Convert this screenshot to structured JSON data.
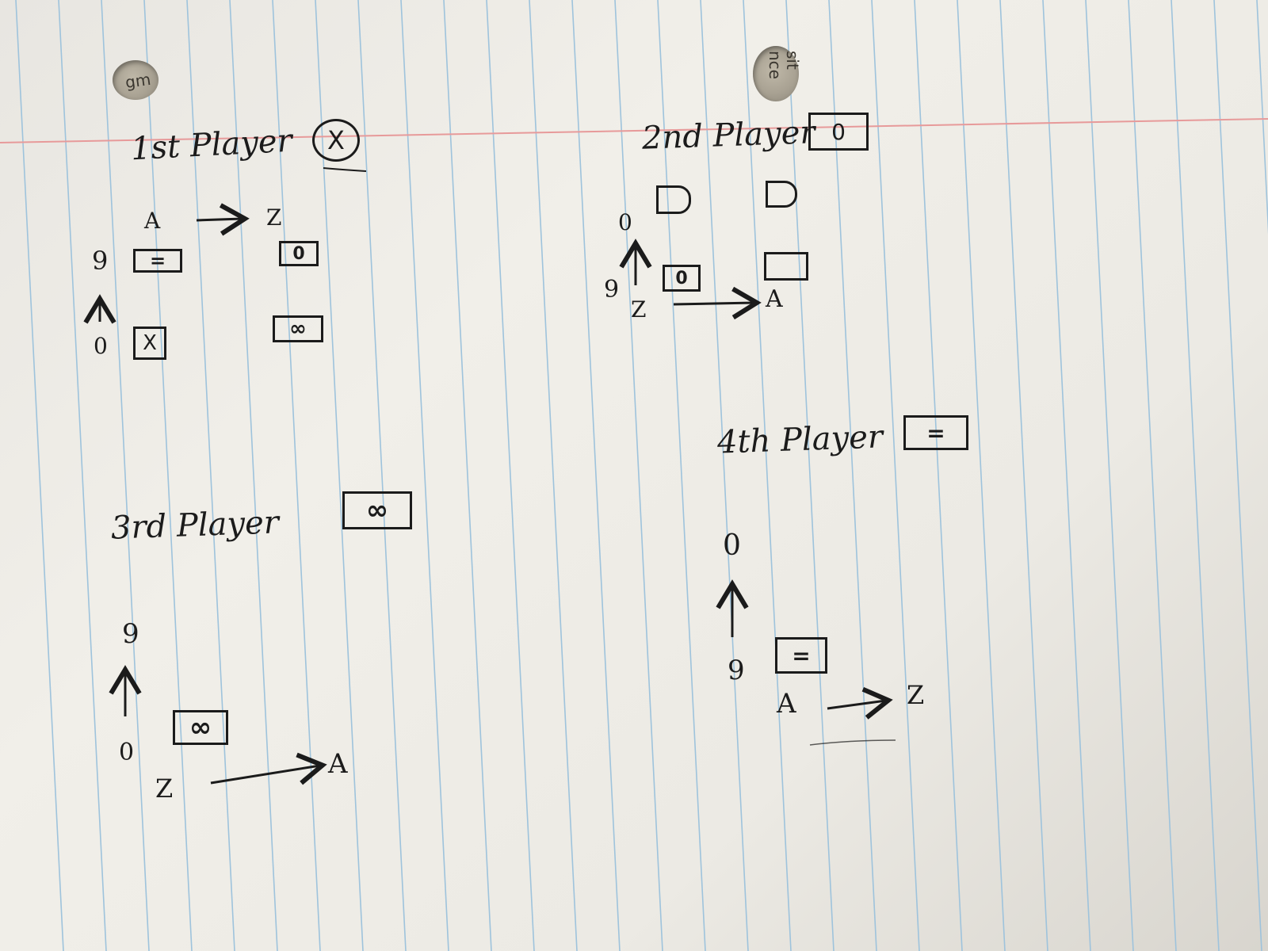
{
  "holes": {
    "left_fragment": "gm",
    "right_fragment_1": "nce",
    "right_fragment_2": "sit"
  },
  "player1": {
    "title": "1st Player",
    "symbol": "X",
    "from_label": "A",
    "to_label": "Z",
    "top_label": "9",
    "bottom_label": "0",
    "box_top_left": "=",
    "box_top_right": "0",
    "box_bottom_left": "X",
    "box_bottom_right": "∞"
  },
  "player2": {
    "title": "2nd Player",
    "symbol": "0",
    "top_label": "0",
    "bottom_label": "9",
    "from_label": "Z",
    "to_label": "A",
    "box_top_left": "",
    "box_top_right": "",
    "box_bottom_left": "0",
    "box_bottom_right": ""
  },
  "player3": {
    "title": "3rd Player",
    "symbol": "∞",
    "top_label": "9",
    "bottom_label": "0",
    "from_label": "Z",
    "to_label": "A",
    "box": "∞"
  },
  "player4": {
    "title": "4th Player",
    "symbol": "=",
    "top_label": "0",
    "bottom_label": "9",
    "from_label": "A",
    "to_label": "Z",
    "box": "="
  },
  "colors": {
    "ink": "#1b1b1b",
    "rule_blue": "#9ec3dc",
    "margin_red": "#e79a9a",
    "paper": "#eeece6"
  }
}
